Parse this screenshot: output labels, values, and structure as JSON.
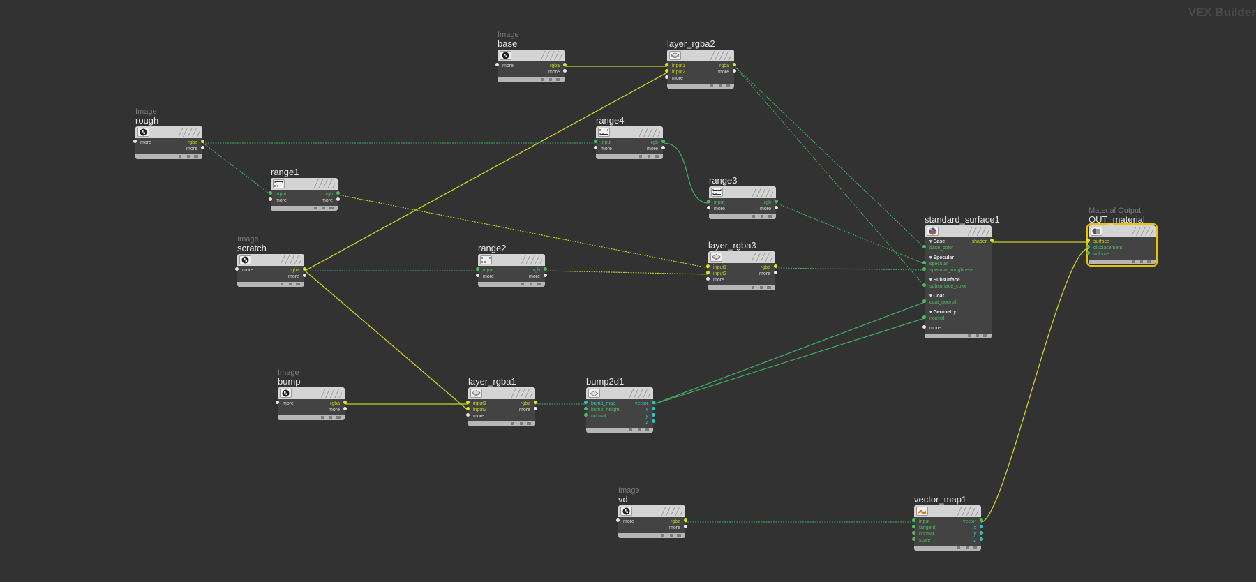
{
  "context_title": "VEX Builder",
  "colors": {
    "background": "#323232",
    "wire_yellow": "#c9d320",
    "wire_green": "#3fa860",
    "selected_outline": "#e8c400"
  },
  "nodes": {
    "base": {
      "category": "Image",
      "name": "base",
      "icon": "checker-icon",
      "in": [
        "more"
      ],
      "out": [
        "rgba",
        "more"
      ]
    },
    "layer_rgba2": {
      "category": "",
      "name": "layer_rgba2",
      "icon": "layers-icon",
      "in": [
        "input1",
        "input2",
        "more"
      ],
      "out": [
        "rgba",
        "more"
      ]
    },
    "rough": {
      "category": "Image",
      "name": "rough",
      "icon": "checker-icon",
      "in": [
        "more"
      ],
      "out": [
        "rgba",
        "more"
      ]
    },
    "range4": {
      "category": "",
      "name": "range4",
      "icon": "range-icon",
      "in": [
        "input",
        "more"
      ],
      "out": [
        "rgb",
        "more"
      ]
    },
    "range1": {
      "category": "",
      "name": "range1",
      "icon": "range-icon",
      "in": [
        "input",
        "more"
      ],
      "out": [
        "rgb",
        "more"
      ]
    },
    "range3": {
      "category": "",
      "name": "range3",
      "icon": "range-icon",
      "in": [
        "input",
        "more"
      ],
      "out": [
        "rgb",
        "more"
      ]
    },
    "scratch": {
      "category": "Image",
      "name": "scratch",
      "icon": "checker-icon",
      "in": [
        "more"
      ],
      "out": [
        "rgba",
        "more"
      ]
    },
    "range2": {
      "category": "",
      "name": "range2",
      "icon": "range-icon",
      "in": [
        "input",
        "more"
      ],
      "out": [
        "rgb",
        "more"
      ]
    },
    "layer_rgba3": {
      "category": "",
      "name": "layer_rgba3",
      "icon": "layers-icon",
      "in": [
        "input1",
        "input2",
        "more"
      ],
      "out": [
        "rgba",
        "more"
      ]
    },
    "standard_surface1": {
      "category": "",
      "name": "standard_surface1",
      "icon": "shader-ball-icon",
      "sections": [
        "Base",
        "Specular",
        "Subsurface",
        "Coat",
        "Geometry"
      ],
      "inputs": [
        "base_color",
        "specular",
        "specular_roughness",
        "subsurface_color",
        "coat_normal",
        "normal",
        "more"
      ],
      "out": [
        "shader"
      ]
    },
    "out_material": {
      "category": "Material Output",
      "name": "OUT_material",
      "icon": "material-output-icon",
      "in": [
        "surface",
        "displacement",
        "volume"
      ]
    },
    "bump": {
      "category": "Image",
      "name": "bump",
      "icon": "checker-icon",
      "in": [
        "more"
      ],
      "out": [
        "rgba",
        "more"
      ]
    },
    "layer_rgba1": {
      "category": "",
      "name": "layer_rgba1",
      "icon": "layers-icon",
      "in": [
        "input1",
        "input2",
        "more"
      ],
      "out": [
        "rgba",
        "more"
      ]
    },
    "bump2d1": {
      "category": "",
      "name": "bump2d1",
      "icon": "bump-icon",
      "in": [
        "bump_map",
        "bump_height",
        "normal"
      ],
      "out": [
        "vector",
        "x",
        "y",
        "z"
      ]
    },
    "vd": {
      "category": "Image",
      "name": "vd",
      "icon": "checker-icon",
      "in": [
        "more"
      ],
      "out": [
        "rgba",
        "more"
      ]
    },
    "vector_map1": {
      "category": "",
      "name": "vector_map1",
      "icon": "vector-map-icon",
      "in": [
        "input",
        "tangent",
        "normal",
        "scale"
      ],
      "out": [
        "vector",
        "x",
        "y",
        "z"
      ]
    }
  }
}
